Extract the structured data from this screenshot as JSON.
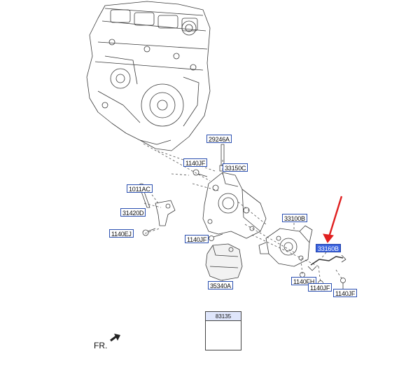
{
  "parts": [
    {
      "key": "p29246A",
      "code": "29246A",
      "selected": false
    },
    {
      "key": "p1140JF_a",
      "code": "1140JF",
      "selected": false
    },
    {
      "key": "p33150C",
      "code": "33150C",
      "selected": false
    },
    {
      "key": "p1011AC",
      "code": "1011AC",
      "selected": false
    },
    {
      "key": "p31420D",
      "code": "31420D",
      "selected": false
    },
    {
      "key": "p1140EJ",
      "code": "1140EJ",
      "selected": false
    },
    {
      "key": "p1140JF_b",
      "code": "1140JF",
      "selected": false
    },
    {
      "key": "p33100B",
      "code": "33100B",
      "selected": false
    },
    {
      "key": "p33160B",
      "code": "33160B",
      "selected": true
    },
    {
      "key": "p35340A",
      "code": "35340A",
      "selected": false
    },
    {
      "key": "p1140FH",
      "code": "1140FH",
      "selected": false
    },
    {
      "key": "p1140JF_c",
      "code": "1140JF",
      "selected": false
    },
    {
      "key": "p1140JF_d",
      "code": "1140JF",
      "selected": false
    }
  ],
  "legend": {
    "code": "83135"
  },
  "direction": {
    "label": "FR."
  },
  "colors": {
    "callout_border": "#2a4fb0",
    "selected_fill": "#3b64e0",
    "pointer_arrow": "#e02020"
  }
}
